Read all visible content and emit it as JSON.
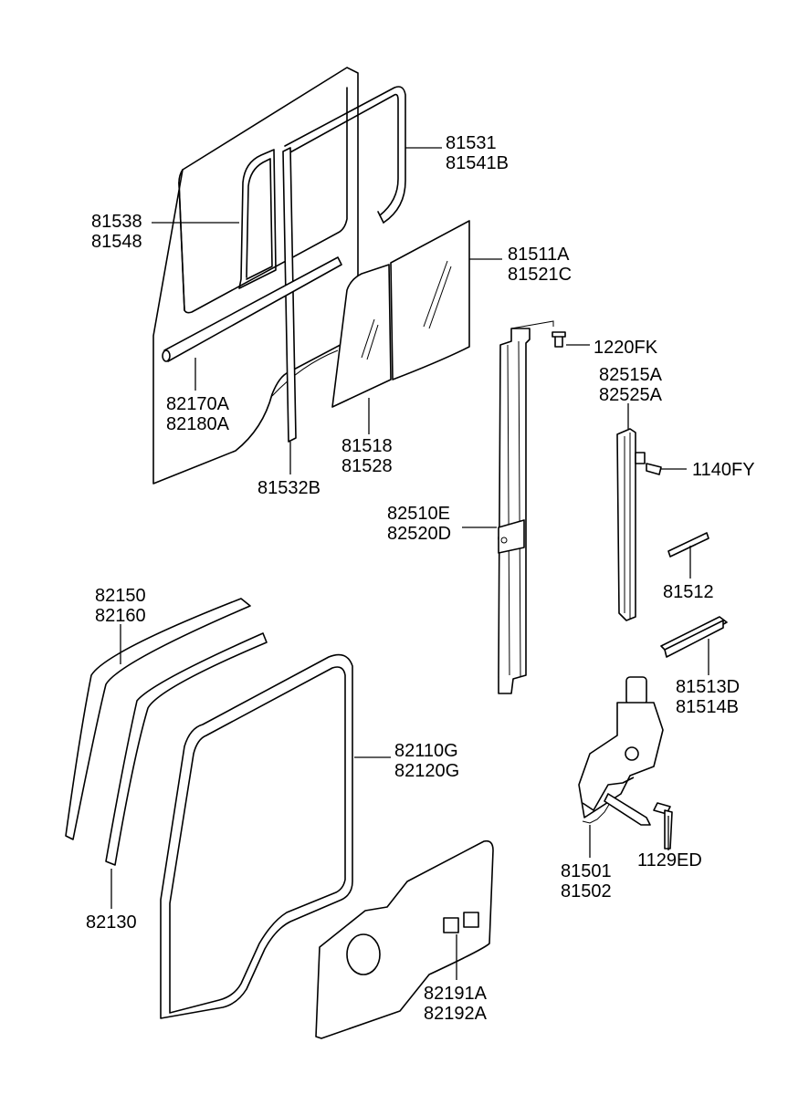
{
  "parts": [
    {
      "id": "door_panel",
      "lines": []
    },
    {
      "id": "run_channel_upper",
      "lines": [
        "81531",
        "81541B"
      ]
    },
    {
      "id": "quarter_channel",
      "lines": [
        "81538",
        "81548"
      ]
    },
    {
      "id": "glass_main",
      "lines": [
        "81511A",
        "81521C"
      ]
    },
    {
      "id": "screw_1220",
      "lines": [
        "1220FK"
      ]
    },
    {
      "id": "channel_82515",
      "lines": [
        "82515A",
        "82525A"
      ]
    },
    {
      "id": "bolt_1140",
      "lines": [
        "1140FY"
      ]
    },
    {
      "id": "outer_belt",
      "lines": [
        "82170A",
        "82180A"
      ]
    },
    {
      "id": "quarter_glass",
      "lines": [
        "81518",
        "81528"
      ]
    },
    {
      "id": "division_bar",
      "lines": [
        "81532B"
      ]
    },
    {
      "id": "guide_rail",
      "lines": [
        "82510E",
        "82520D"
      ]
    },
    {
      "id": "pad_81512",
      "lines": [
        "81512"
      ]
    },
    {
      "id": "weatherstrip_upper",
      "lines": [
        "82150",
        "82160"
      ]
    },
    {
      "id": "holder_81513",
      "lines": [
        "81513D",
        "81514B"
      ]
    },
    {
      "id": "door_weatherstrip",
      "lines": [
        "82110G",
        "82120G"
      ]
    },
    {
      "id": "regulator",
      "lines": [
        "81501",
        "81502"
      ]
    },
    {
      "id": "bolt_1129",
      "lines": [
        "1129ED"
      ]
    },
    {
      "id": "weatherstrip_side",
      "lines": [
        "82130"
      ]
    },
    {
      "id": "trim_panel",
      "lines": [
        "82191A",
        "82192A"
      ]
    }
  ]
}
